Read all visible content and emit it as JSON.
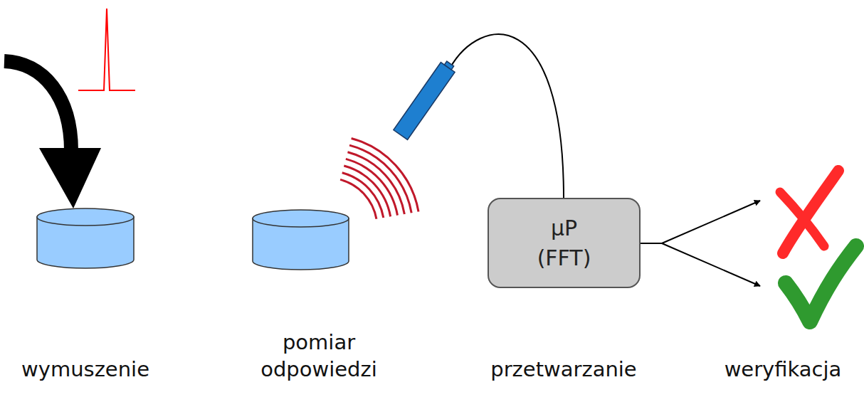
{
  "diagram": {
    "nodes": [
      {
        "text": [
          "μP (FFT)"
        ]
      }
    ],
    "labels": [
      "wymuszenie",
      "pomiar odpowiedzi",
      "przetwarzanie",
      "weryfikacja"
    ]
  }
}
